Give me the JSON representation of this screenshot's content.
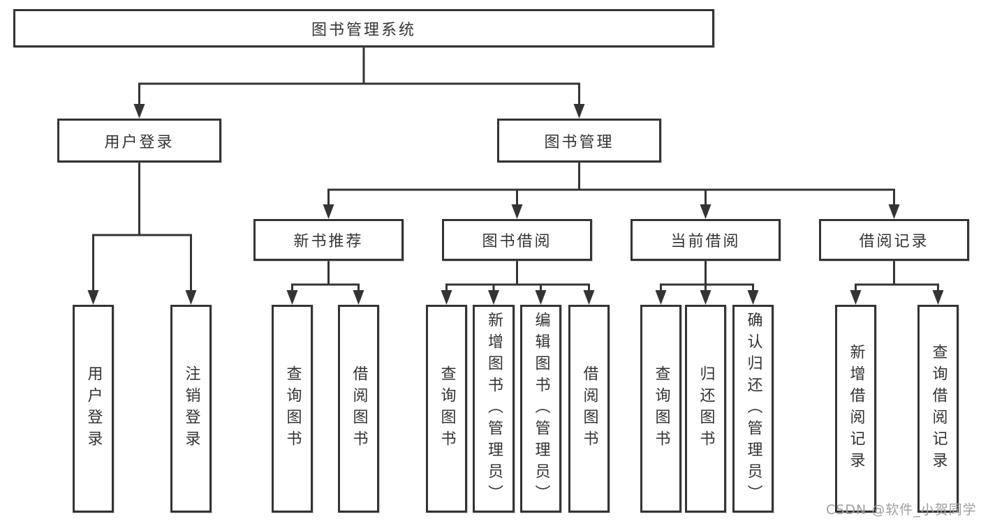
{
  "diagram": {
    "type": "tree",
    "title": "图书管理系统",
    "colors": {
      "line": "#343434",
      "box_border": "#343434",
      "box_fill": "#ffffff",
      "text": "#333333",
      "watermark": "#9e9e9e",
      "background": "#ffffff"
    },
    "nodes": {
      "root": {
        "label": "图书管理系统"
      },
      "userLogin": {
        "label": "用户登录"
      },
      "bookMgmt": {
        "label": "图书管理"
      },
      "newBookRec": {
        "label": "新书推荐"
      },
      "bookBorrow": {
        "label": "图书借阅"
      },
      "currentBorrow": {
        "label": "当前借阅"
      },
      "borrowRecords": {
        "label": "借阅记录"
      },
      "ulLogin": {
        "label": "用户登录"
      },
      "ulLogout": {
        "label": "注销登录"
      },
      "nbQueryBooks": {
        "label": "查询图书"
      },
      "nbBorrowBooks": {
        "label": "借阅图书"
      },
      "bbQueryBooks": {
        "label": "查询图书"
      },
      "bbAddBooks": {
        "label": "新增图书（管理员）"
      },
      "bbEditBooks": {
        "label": "编辑图书（管理员）"
      },
      "bbBorrowBooks": {
        "label": "借阅图书"
      },
      "cbQueryBooks": {
        "label": "查询图书"
      },
      "cbReturnBooks": {
        "label": "归还图书"
      },
      "cbConfirmReturn": {
        "label": "确认归还（管理员）"
      },
      "brAddRecord": {
        "label": "新增借阅记录"
      },
      "brQueryRecord": {
        "label": "查询借阅记录"
      }
    },
    "hierarchy": {
      "图书管理系统": {
        "用户登录": [
          "用户登录",
          "注销登录"
        ],
        "图书管理": {
          "新书推荐": [
            "查询图书",
            "借阅图书"
          ],
          "图书借阅": [
            "查询图书",
            "新增图书（管理员）",
            "编辑图书（管理员）",
            "借阅图书"
          ],
          "当前借阅": [
            "查询图书",
            "归还图书",
            "确认归还（管理员）"
          ],
          "借阅记录": [
            "新增借阅记录",
            "查询借阅记录"
          ]
        }
      }
    },
    "watermark": "CSDN @软件_小贺同学"
  }
}
